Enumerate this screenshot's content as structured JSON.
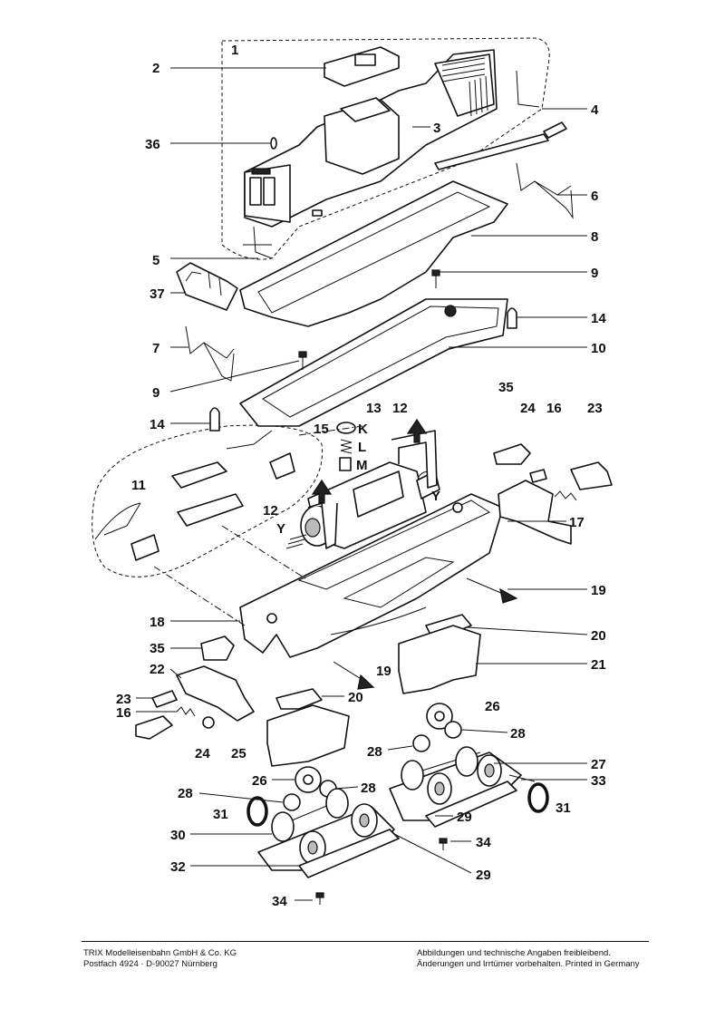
{
  "callouts": {
    "n1": "1",
    "n2": "2",
    "n3": "3",
    "n4": "4",
    "n5": "5",
    "n6": "6",
    "n7": "7",
    "n8": "8",
    "n9a": "9",
    "n9b": "9",
    "n10": "10",
    "n11": "11",
    "n12a": "12",
    "n12b": "12",
    "n13": "13",
    "n14a": "14",
    "n14b": "14",
    "n15": "15",
    "n16a": "16",
    "n16b": "16",
    "n17": "17",
    "n18": "18",
    "n19a": "19",
    "n19b": "19",
    "n20a": "20",
    "n20b": "20",
    "n21": "21",
    "n22": "22",
    "n23a": "23",
    "n23b": "23",
    "n24a": "24",
    "n24b": "24",
    "n25": "25",
    "n26a": "26",
    "n26b": "26",
    "n27": "27",
    "n28a": "28",
    "n28b": "28",
    "n28c": "28",
    "n28d": "28",
    "n29a": "29",
    "n29b": "29",
    "n30": "30",
    "n31a": "31",
    "n31b": "31",
    "n32": "32",
    "n33": "33",
    "n34a": "34",
    "n34b": "34",
    "n35a": "35",
    "n35b": "35",
    "n36": "36",
    "n37": "37",
    "lK": "K",
    "lL": "L",
    "lM": "M",
    "lYa": "Y",
    "lYb": "Y"
  },
  "footer": {
    "company": "TRIX Modelleisenbahn GmbH & Co. KG",
    "address": "Postfach 4924 · D-90027 Nürnberg",
    "disclaimer1": "Abbildungen und technische Angaben freibleibend.",
    "disclaimer2": "Änderungen und Irrtümer vorbehalten. Printed in Germany"
  }
}
